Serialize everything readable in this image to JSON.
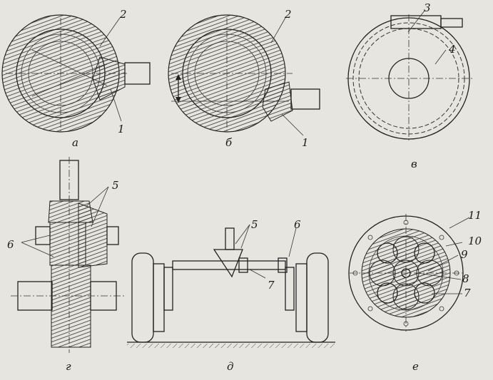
{
  "panels": [
    {
      "id": "a",
      "caption": "а",
      "parts": [
        "2",
        "1"
      ]
    },
    {
      "id": "b",
      "caption": "б",
      "parts": [
        "2",
        "1"
      ]
    },
    {
      "id": "v",
      "caption": "в",
      "parts": [
        "3",
        "4"
      ]
    },
    {
      "id": "g",
      "caption": "г",
      "parts": [
        "5",
        "6"
      ]
    },
    {
      "id": "d",
      "caption": "д",
      "parts": [
        "5",
        "6",
        "7"
      ]
    },
    {
      "id": "e",
      "caption": "е",
      "parts": [
        "11",
        "10",
        "9",
        "8",
        "7"
      ]
    }
  ]
}
